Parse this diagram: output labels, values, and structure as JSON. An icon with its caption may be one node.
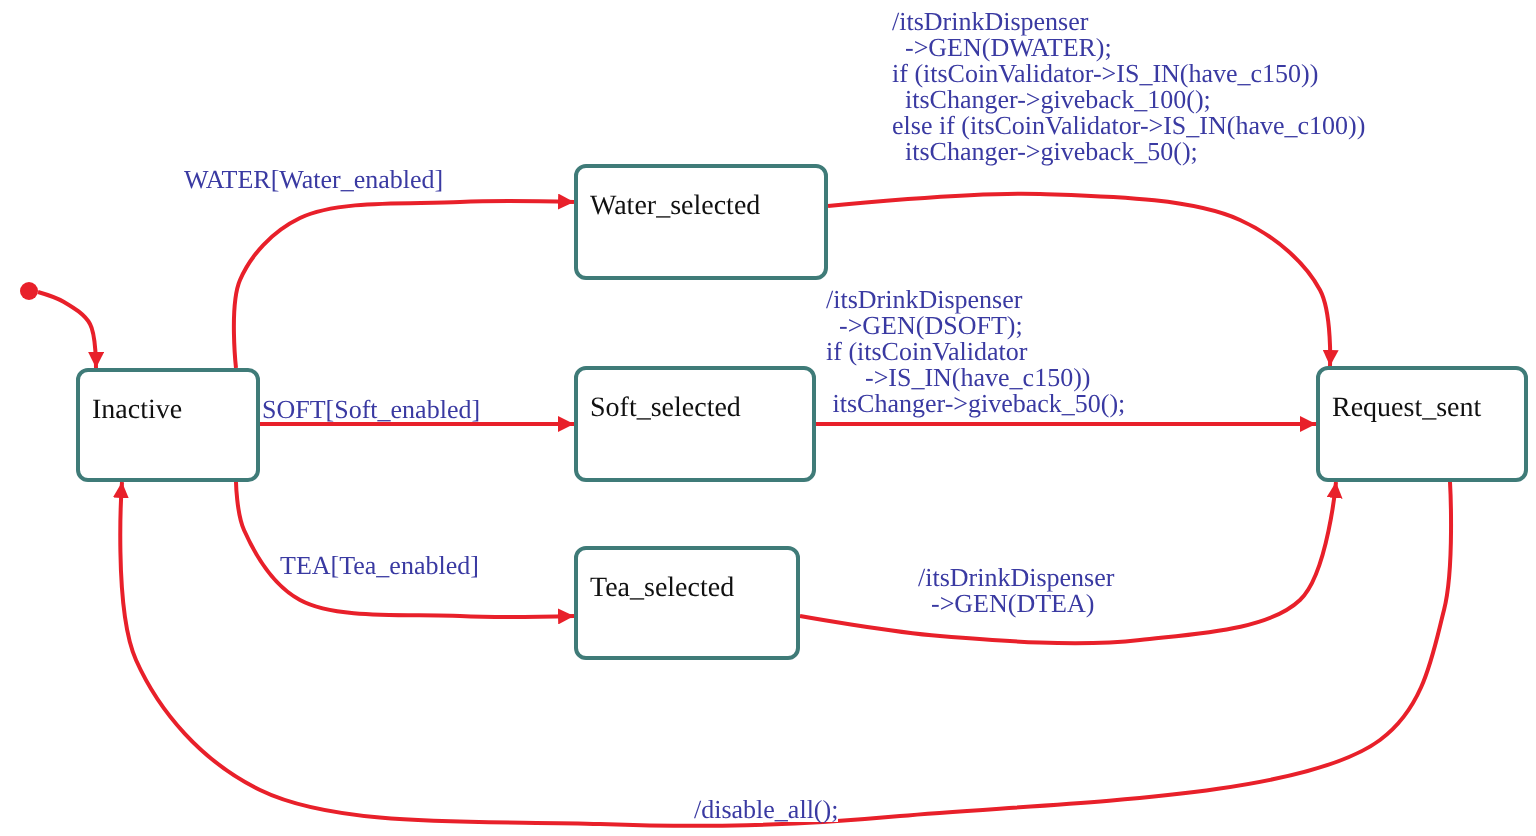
{
  "diagram": {
    "nodes": [
      {
        "text": [],
        "shape": "circle"
      },
      {
        "text": [
          "Inactive"
        ]
      },
      {
        "text": [
          "Water_selected"
        ]
      },
      {
        "text": [
          "Soft_selected"
        ]
      },
      {
        "text": [
          "Tea_selected"
        ]
      },
      {
        "text": [
          "Request_sent"
        ]
      }
    ],
    "edges": [
      {
        "from": 0,
        "to": 1,
        "arrow": "to"
      },
      {
        "from": 1,
        "to": 2,
        "arrow": "to",
        "label": "WATER[Water_enabled]"
      },
      {
        "from": 1,
        "to": 3,
        "arrow": "to",
        "label": "SOFT[Soft_enabled]"
      },
      {
        "from": 1,
        "to": 4,
        "arrow": "to",
        "label": "TEA[Tea_enabled]"
      },
      {
        "from": 2,
        "to": 5,
        "arrow": "to",
        "label": "/itsDrinkDispenser ->GEN(DWATER); if (itsCoinValidator->IS_IN(have_c150)) itsChanger->giveback_100(); else if (itsCoinValidator->IS_IN(have_c100)) itsChanger->giveback_50();"
      },
      {
        "from": 3,
        "to": 5,
        "arrow": "to",
        "label": "/itsDrinkDispenser ->GEN(DSOFT); if (itsCoinValidator ->IS_IN(have_c150)) itsChanger->giveback_50();"
      },
      {
        "from": 4,
        "to": 5,
        "arrow": "to",
        "label": "/itsDrinkDispenser ->GEN(DTEA)"
      },
      {
        "from": 5,
        "to": 1,
        "arrow": "to",
        "label": "/disable_all();"
      }
    ]
  }
}
